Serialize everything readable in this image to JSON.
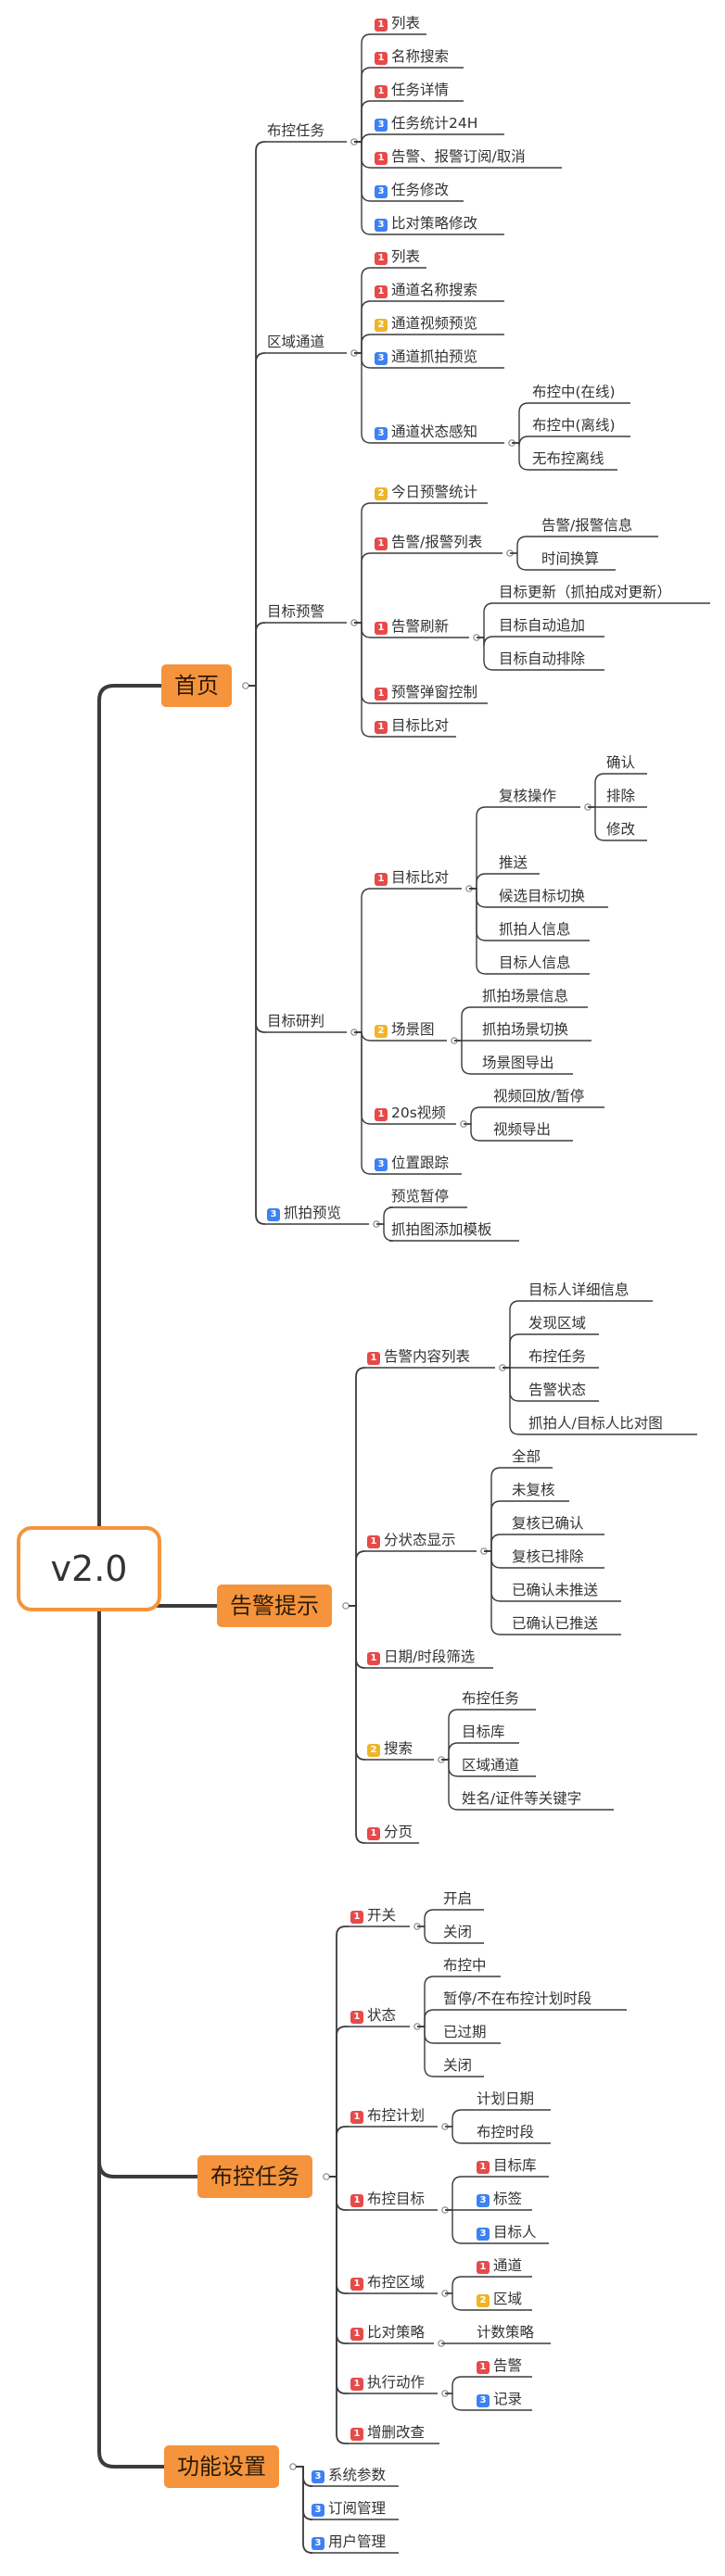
{
  "colors": {
    "badge_1": "#e64a4a",
    "badge_2": "#f0b428",
    "badge_3": "#3d82f0",
    "main_topic": "#f5943c",
    "line": "#3c3c3c"
  },
  "root": {
    "label": "v2.0"
  },
  "main_topics": [
    {
      "id": "home",
      "label": "首页"
    },
    {
      "id": "alert",
      "label": "告警提示"
    },
    {
      "id": "task",
      "label": "布控任务"
    },
    {
      "id": "settings",
      "label": "功能设置"
    }
  ],
  "nodes": [
    {
      "id": "h_bukong",
      "label": "布控任务"
    },
    {
      "id": "h_bk_1",
      "label": "列表",
      "badge": "1"
    },
    {
      "id": "h_bk_2",
      "label": "名称搜索",
      "badge": "1"
    },
    {
      "id": "h_bk_3",
      "label": "任务详情",
      "badge": "1"
    },
    {
      "id": "h_bk_4",
      "label": "任务统计24H",
      "badge": "3"
    },
    {
      "id": "h_bk_5",
      "label": "告警、报警订阅/取消",
      "badge": "1"
    },
    {
      "id": "h_bk_6",
      "label": "任务修改",
      "badge": "3"
    },
    {
      "id": "h_bk_7",
      "label": "比对策略修改",
      "badge": "3"
    },
    {
      "id": "h_area",
      "label": "区域通道"
    },
    {
      "id": "h_ar_1",
      "label": "列表",
      "badge": "1"
    },
    {
      "id": "h_ar_2",
      "label": "通道名称搜索",
      "badge": "1"
    },
    {
      "id": "h_ar_3",
      "label": "通道视频预览",
      "badge": "2"
    },
    {
      "id": "h_ar_4",
      "label": "通道抓拍预览",
      "badge": "3"
    },
    {
      "id": "h_ar_5",
      "label": "通道状态感知",
      "badge": "3"
    },
    {
      "id": "h_ar_5a",
      "label": "布控中(在线)"
    },
    {
      "id": "h_ar_5b",
      "label": "布控中(离线)"
    },
    {
      "id": "h_ar_5c",
      "label": "无布控离线"
    },
    {
      "id": "h_warn",
      "label": "目标预警"
    },
    {
      "id": "h_wn_1",
      "label": "今日预警统计",
      "badge": "2"
    },
    {
      "id": "h_wn_2",
      "label": "告警/报警列表",
      "badge": "1"
    },
    {
      "id": "h_wn_2a",
      "label": "告警/报警信息"
    },
    {
      "id": "h_wn_2b",
      "label": "时间换算"
    },
    {
      "id": "h_wn_3",
      "label": "告警刷新",
      "badge": "1"
    },
    {
      "id": "h_wn_3a",
      "label": "目标更新（抓拍成对更新）"
    },
    {
      "id": "h_wn_3b",
      "label": "目标自动追加"
    },
    {
      "id": "h_wn_3c",
      "label": "目标自动排除"
    },
    {
      "id": "h_wn_4",
      "label": "预警弹窗控制",
      "badge": "1"
    },
    {
      "id": "h_wn_5",
      "label": "目标比对",
      "badge": "1"
    },
    {
      "id": "h_judge",
      "label": "目标研判"
    },
    {
      "id": "h_jd_1",
      "label": "目标比对",
      "badge": "1"
    },
    {
      "id": "h_jd_1a",
      "label": "复核操作"
    },
    {
      "id": "h_jd_1a1",
      "label": "确认"
    },
    {
      "id": "h_jd_1a2",
      "label": "排除"
    },
    {
      "id": "h_jd_1a3",
      "label": "修改"
    },
    {
      "id": "h_jd_1b",
      "label": "推送"
    },
    {
      "id": "h_jd_1c",
      "label": "候选目标切换"
    },
    {
      "id": "h_jd_1d",
      "label": "抓拍人信息"
    },
    {
      "id": "h_jd_1e",
      "label": "目标人信息"
    },
    {
      "id": "h_jd_2",
      "label": "场景图",
      "badge": "2"
    },
    {
      "id": "h_jd_2a",
      "label": "抓拍场景信息"
    },
    {
      "id": "h_jd_2b",
      "label": "抓拍场景切换"
    },
    {
      "id": "h_jd_2c",
      "label": "场景图导出"
    },
    {
      "id": "h_jd_3",
      "label": "20s视频",
      "badge": "1"
    },
    {
      "id": "h_jd_3a",
      "label": "视频回放/暂停"
    },
    {
      "id": "h_jd_3b",
      "label": "视频导出"
    },
    {
      "id": "h_jd_4",
      "label": "位置跟踪",
      "badge": "3"
    },
    {
      "id": "h_snap",
      "label": "抓拍预览",
      "badge": "3"
    },
    {
      "id": "h_sn_1",
      "label": "预览暂停"
    },
    {
      "id": "h_sn_2",
      "label": "抓拍图添加模板"
    },
    {
      "id": "a_1",
      "label": "告警内容列表",
      "badge": "1"
    },
    {
      "id": "a_1a",
      "label": "目标人详细信息"
    },
    {
      "id": "a_1b",
      "label": "发现区域"
    },
    {
      "id": "a_1c",
      "label": "布控任务"
    },
    {
      "id": "a_1d",
      "label": "告警状态"
    },
    {
      "id": "a_1e",
      "label": "抓拍人/目标人比对图"
    },
    {
      "id": "a_2",
      "label": "分状态显示",
      "badge": "1"
    },
    {
      "id": "a_2a",
      "label": "全部"
    },
    {
      "id": "a_2b",
      "label": "未复核"
    },
    {
      "id": "a_2c",
      "label": "复核已确认"
    },
    {
      "id": "a_2d",
      "label": "复核已排除"
    },
    {
      "id": "a_2e",
      "label": "已确认未推送"
    },
    {
      "id": "a_2f",
      "label": "已确认已推送"
    },
    {
      "id": "a_3",
      "label": "日期/时段筛选",
      "badge": "1"
    },
    {
      "id": "a_4",
      "label": "搜索",
      "badge": "2"
    },
    {
      "id": "a_4a",
      "label": "布控任务"
    },
    {
      "id": "a_4b",
      "label": "目标库"
    },
    {
      "id": "a_4c",
      "label": "区域通道"
    },
    {
      "id": "a_4d",
      "label": "姓名/证件等关键字"
    },
    {
      "id": "a_5",
      "label": "分页",
      "badge": "1"
    },
    {
      "id": "t_1",
      "label": "开关",
      "badge": "1"
    },
    {
      "id": "t_1a",
      "label": "开启"
    },
    {
      "id": "t_1b",
      "label": "关闭"
    },
    {
      "id": "t_2",
      "label": "状态",
      "badge": "1"
    },
    {
      "id": "t_2a",
      "label": "布控中"
    },
    {
      "id": "t_2b",
      "label": "暂停/不在布控计划时段"
    },
    {
      "id": "t_2c",
      "label": "已过期"
    },
    {
      "id": "t_2d",
      "label": "关闭"
    },
    {
      "id": "t_3",
      "label": "布控计划",
      "badge": "1"
    },
    {
      "id": "t_3a",
      "label": "计划日期"
    },
    {
      "id": "t_3b",
      "label": "布控时段"
    },
    {
      "id": "t_4",
      "label": "布控目标",
      "badge": "1"
    },
    {
      "id": "t_4a",
      "label": "目标库",
      "badge": "1"
    },
    {
      "id": "t_4b",
      "label": "标签",
      "badge": "3"
    },
    {
      "id": "t_4c",
      "label": "目标人",
      "badge": "3"
    },
    {
      "id": "t_5",
      "label": "布控区域",
      "badge": "1"
    },
    {
      "id": "t_5a",
      "label": "通道",
      "badge": "1"
    },
    {
      "id": "t_5b",
      "label": "区域",
      "badge": "2"
    },
    {
      "id": "t_6",
      "label": "比对策略",
      "badge": "1"
    },
    {
      "id": "t_6a",
      "label": "计数策略"
    },
    {
      "id": "t_7",
      "label": "执行动作",
      "badge": "1"
    },
    {
      "id": "t_7a",
      "label": "告警",
      "badge": "1"
    },
    {
      "id": "t_7b",
      "label": "记录",
      "badge": "3"
    },
    {
      "id": "t_8",
      "label": "增删改查",
      "badge": "1"
    },
    {
      "id": "s_1",
      "label": "系统参数",
      "badge": "3"
    },
    {
      "id": "s_2",
      "label": "订阅管理",
      "badge": "3"
    },
    {
      "id": "s_3",
      "label": "用户管理",
      "badge": "3"
    }
  ]
}
